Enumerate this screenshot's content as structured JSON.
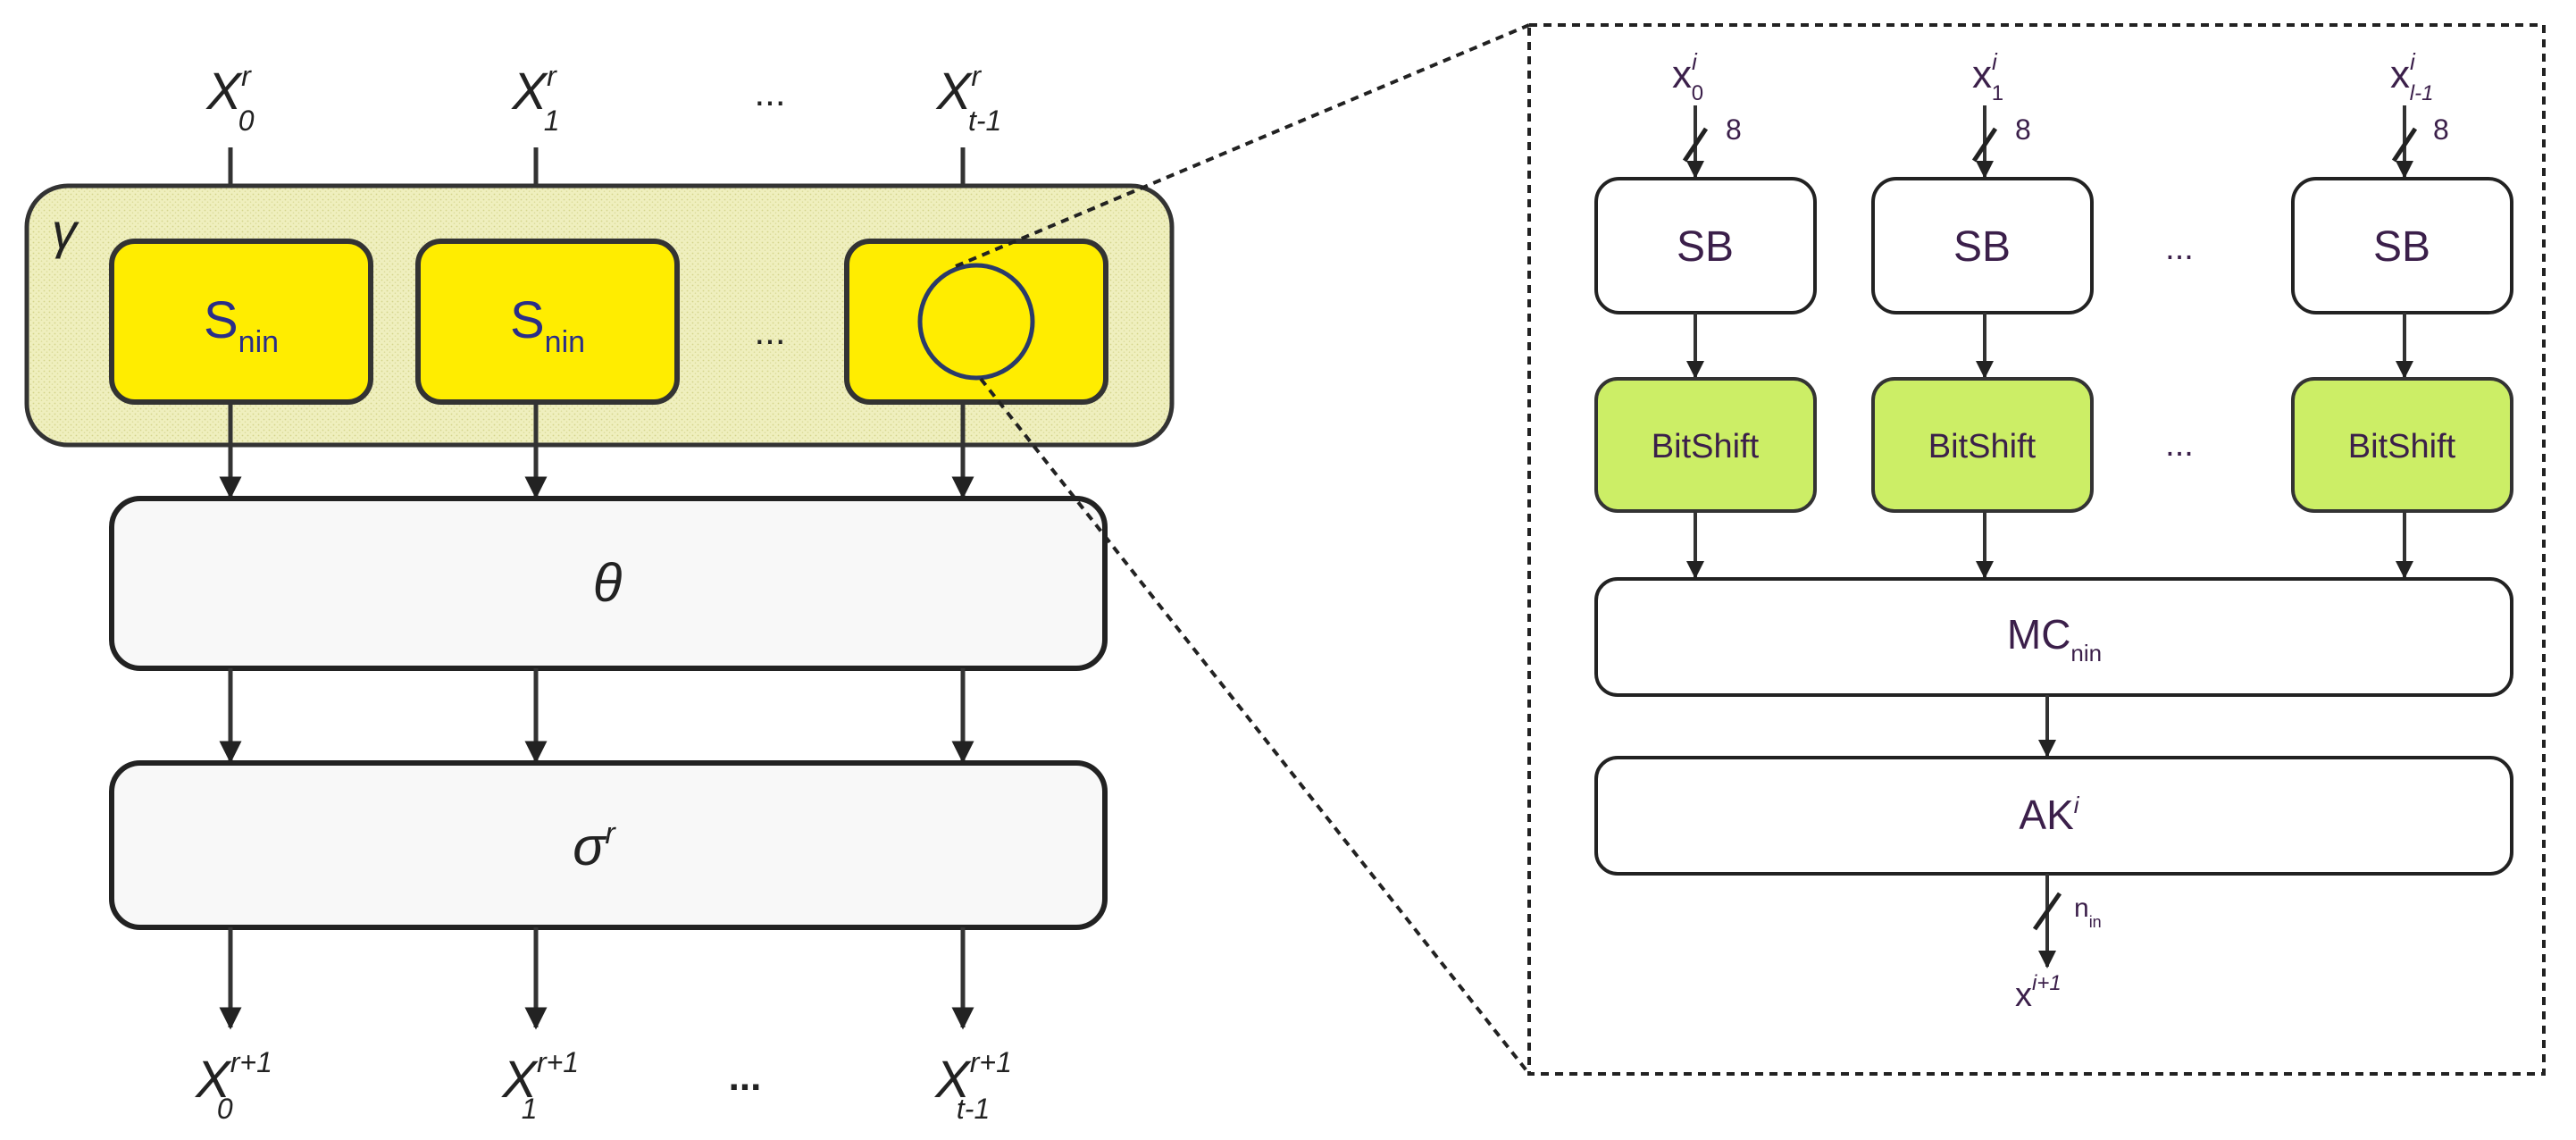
{
  "left": {
    "inputs": [
      {
        "base": "X",
        "sup": "r",
        "sub": "0"
      },
      {
        "base": "X",
        "sup": "r",
        "sub": "1"
      },
      {
        "base": "X",
        "sup": "r",
        "sub": "t-1"
      }
    ],
    "input_ellipsis": "...",
    "gamma_label": "γ",
    "sbox": {
      "base": "S",
      "sub": "nin"
    },
    "sbox_ellipsis": "...",
    "theta": "θ",
    "sigma": {
      "base": "σ",
      "sup": "r"
    },
    "outputs": [
      {
        "base": "X",
        "sup": "r+1",
        "sub": "0"
      },
      {
        "base": "X",
        "sup": "r+1",
        "sub": "1"
      },
      {
        "base": "X",
        "sup": "r+1",
        "sub": "t-1"
      }
    ],
    "output_ellipsis": "..."
  },
  "right": {
    "inputs": [
      {
        "base": "x",
        "sup": "i",
        "sub": "0"
      },
      {
        "base": "x",
        "sup": "i",
        "sub": "1"
      },
      {
        "base": "x",
        "sup": "i",
        "sub": "l-1"
      }
    ],
    "bus_width": "8",
    "sb_label": "SB",
    "bitshift_label": "BitShift",
    "row_ellipsis": "...",
    "mc": {
      "base": "MC",
      "sub": "nin"
    },
    "ak": {
      "base": "AK",
      "sup": "i"
    },
    "out_bus": {
      "base": "n",
      "sub": "in"
    },
    "output": {
      "base": "x",
      "sup": "i+1"
    }
  },
  "colors": {
    "sbox_fill": "#ffed00",
    "gamma_fill": "#eeeebb",
    "bitshift_fill": "#ccee66",
    "box_fill": "#f8f8f8",
    "line": "#333333",
    "right_text": "#3b1f4a"
  }
}
